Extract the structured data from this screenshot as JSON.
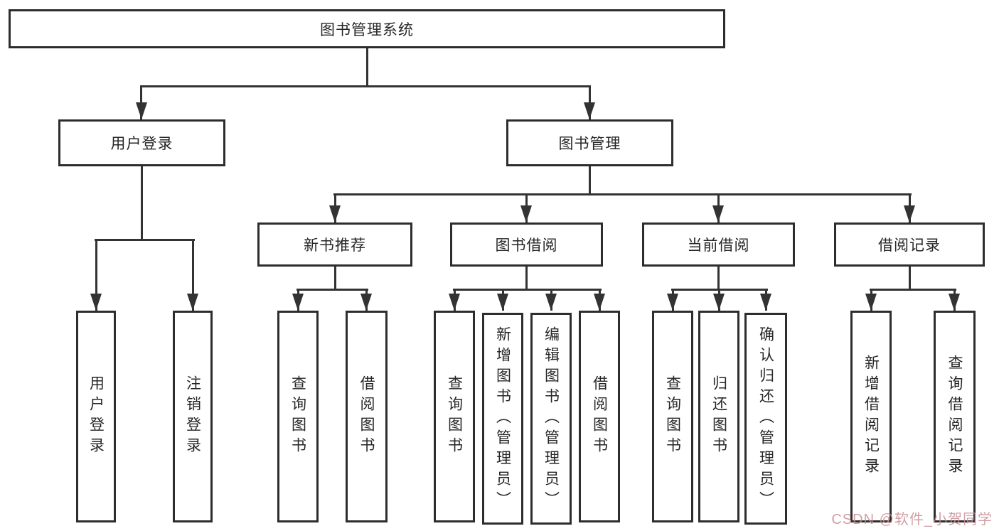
{
  "diagram": {
    "root": {
      "label": "图书管理系统"
    },
    "level2": {
      "user_login": {
        "label": "用户登录"
      },
      "book_management": {
        "label": "图书管理"
      }
    },
    "level3": {
      "new_book_recommend": {
        "label": "新书推荐",
        "parent": "图书管理"
      },
      "book_borrowing": {
        "label": "图书借阅",
        "parent": "图书管理"
      },
      "current_borrowing": {
        "label": "当前借阅",
        "parent": "图书管理"
      },
      "borrowing_records": {
        "label": "借阅记录",
        "parent": "图书管理"
      }
    },
    "leaves": {
      "user_login": [
        "用户登录",
        "注销登录"
      ],
      "new_book_recommend": [
        "查询图书",
        "借阅图书"
      ],
      "book_borrowing": [
        "查询图书",
        "新增图书（管理员）",
        "编辑图书（管理员）",
        "借阅图书"
      ],
      "current_borrowing": [
        "查询图书",
        "归还图书",
        "确认归还（管理员）"
      ],
      "borrowing_records": [
        "新增借阅记录",
        "查询借阅记录"
      ]
    },
    "colors": {
      "background": "#ffffff",
      "box_border": "#2d2d2d",
      "box_fill": "#ffffff",
      "line": "#333333",
      "text": "#262626",
      "watermark": "#c98f96"
    }
  },
  "watermark": {
    "text": "CSDN @软件_小贺同学"
  }
}
